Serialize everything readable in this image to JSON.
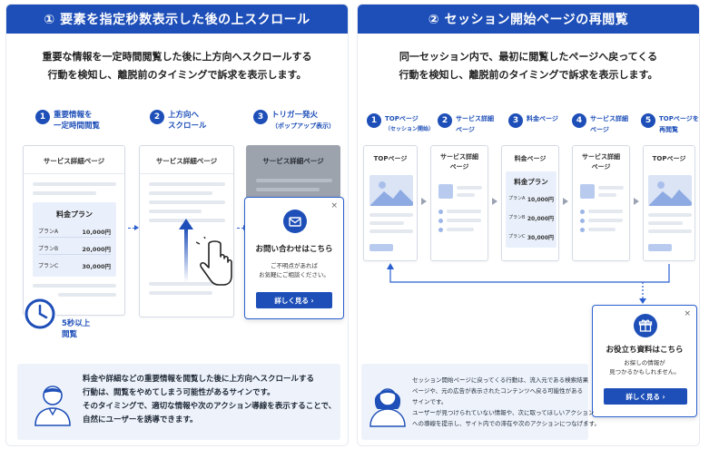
{
  "left": {
    "header": "① 要素を指定秒数表示した後の上スクロール",
    "desc": [
      "重要な情報を一定時間閲覧した後に上方向へスクロールする",
      "行動を検知し、離脱前のタイミングで訴求を表示します。"
    ],
    "steps": [
      {
        "num": "1",
        "lines": [
          "重要情報を",
          "一定時間閲覧"
        ]
      },
      {
        "num": "2",
        "lines": [
          "上方向へ",
          "スクロール"
        ]
      },
      {
        "num": "3",
        "lines": [
          "トリガー発火",
          "（ポップアップ表示）"
        ]
      }
    ],
    "card_title": "サービス詳細ページ",
    "price": {
      "title": "料金プラン",
      "rows": [
        {
          "label": "プランA",
          "value": "10,000円"
        },
        {
          "label": "プランB",
          "value": "20,000円"
        },
        {
          "label": "プランC",
          "value": "30,000円"
        }
      ]
    },
    "timer": "5秒以上\n閲覧",
    "timer_lines": [
      "5秒以上",
      "閲覧"
    ],
    "popup": {
      "title": "お問い合わせはこちら",
      "body": [
        "ご不明点があれば",
        "お気軽にご相談ください。"
      ],
      "button": "詳しく見る ›",
      "close": "×"
    },
    "note": [
      "料金や詳細などの重要情報を閲覧した後に上方向へスクロールする",
      "行動は、閲覧をやめてしまう可能性があるサインです。",
      "そのタイミングで、適切な情報や次のアクション導線を表示することで、",
      "自然にユーザーを誘導できます。"
    ]
  },
  "right": {
    "header": "② セッション開始ページの再閲覧",
    "desc": [
      "同一セッション内で、最初に閲覧したページへ戻ってくる",
      "行動を検知し、離脱前のタイミングで訴求を表示します。"
    ],
    "steps": [
      {
        "num": "1",
        "lines": [
          "TOPページ",
          "（セッション開始）"
        ]
      },
      {
        "num": "2",
        "lines": [
          "サービス詳細",
          "ページ"
        ]
      },
      {
        "num": "3",
        "lines": [
          "料金ページ"
        ]
      },
      {
        "num": "4",
        "lines": [
          "サービス詳細",
          "ページ"
        ]
      },
      {
        "num": "5",
        "lines": [
          "TOPページを",
          "再閲覧"
        ]
      }
    ],
    "cards": [
      {
        "title": [
          "TOPページ"
        ]
      },
      {
        "title": [
          "サービス詳細",
          "ページ"
        ]
      },
      {
        "title": [
          "料金ページ"
        ]
      },
      {
        "title": [
          "サービス詳細",
          "ページ"
        ]
      },
      {
        "title": [
          "TOPページ"
        ]
      }
    ],
    "price": {
      "title": "料金プラン",
      "rows": [
        {
          "label": "プランA",
          "value": "10,000円"
        },
        {
          "label": "プランB",
          "value": "20,000円"
        },
        {
          "label": "プランC",
          "value": "30,000円"
        }
      ]
    },
    "popup": {
      "title": "お役立ち資料はこちら",
      "body": [
        "お探しの情報が",
        "見つかるかもしれません。"
      ],
      "button": "詳しく見る ›",
      "close": "×"
    },
    "note": [
      "セッション開始ページに戻ってくる行動は、流入元である検索結果",
      "ページや、元の広告が表示されたコンテンツへ戻る可能性がある",
      "サインです。",
      "ユーザーが見つけられていない情報や、次に取ってほしいアクション",
      "への導線を提示し、サイト内での滞在や次のアクションにつなげます。"
    ]
  },
  "colors": {
    "brand": "#1e4fb8",
    "accent": "#2a5fd0",
    "note_bg": "#eef3fb"
  }
}
